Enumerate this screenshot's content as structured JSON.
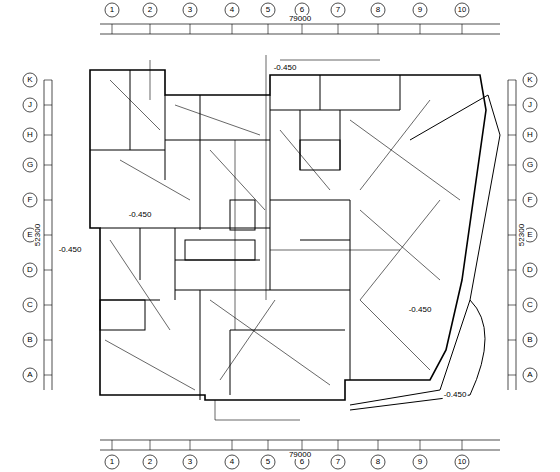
{
  "diagram": {
    "labels": [
      "1",
      "2",
      "3",
      "4",
      "5",
      "6",
      "7",
      "8",
      "9",
      "10",
      "1",
      "2",
      "3",
      "4",
      "5",
      "6",
      "7",
      "8",
      "9",
      "10",
      "A",
      "B",
      "C",
      "D",
      "E",
      "F",
      "G",
      "H",
      "J",
      "K",
      "A",
      "B",
      "C",
      "D",
      "E",
      "F",
      "G",
      "H",
      "J",
      "K",
      "79000",
      "79000",
      "52300",
      "52300",
      "-0.450",
      "-0.450",
      "-0.450",
      "-0.450",
      "-0.450"
    ]
  }
}
